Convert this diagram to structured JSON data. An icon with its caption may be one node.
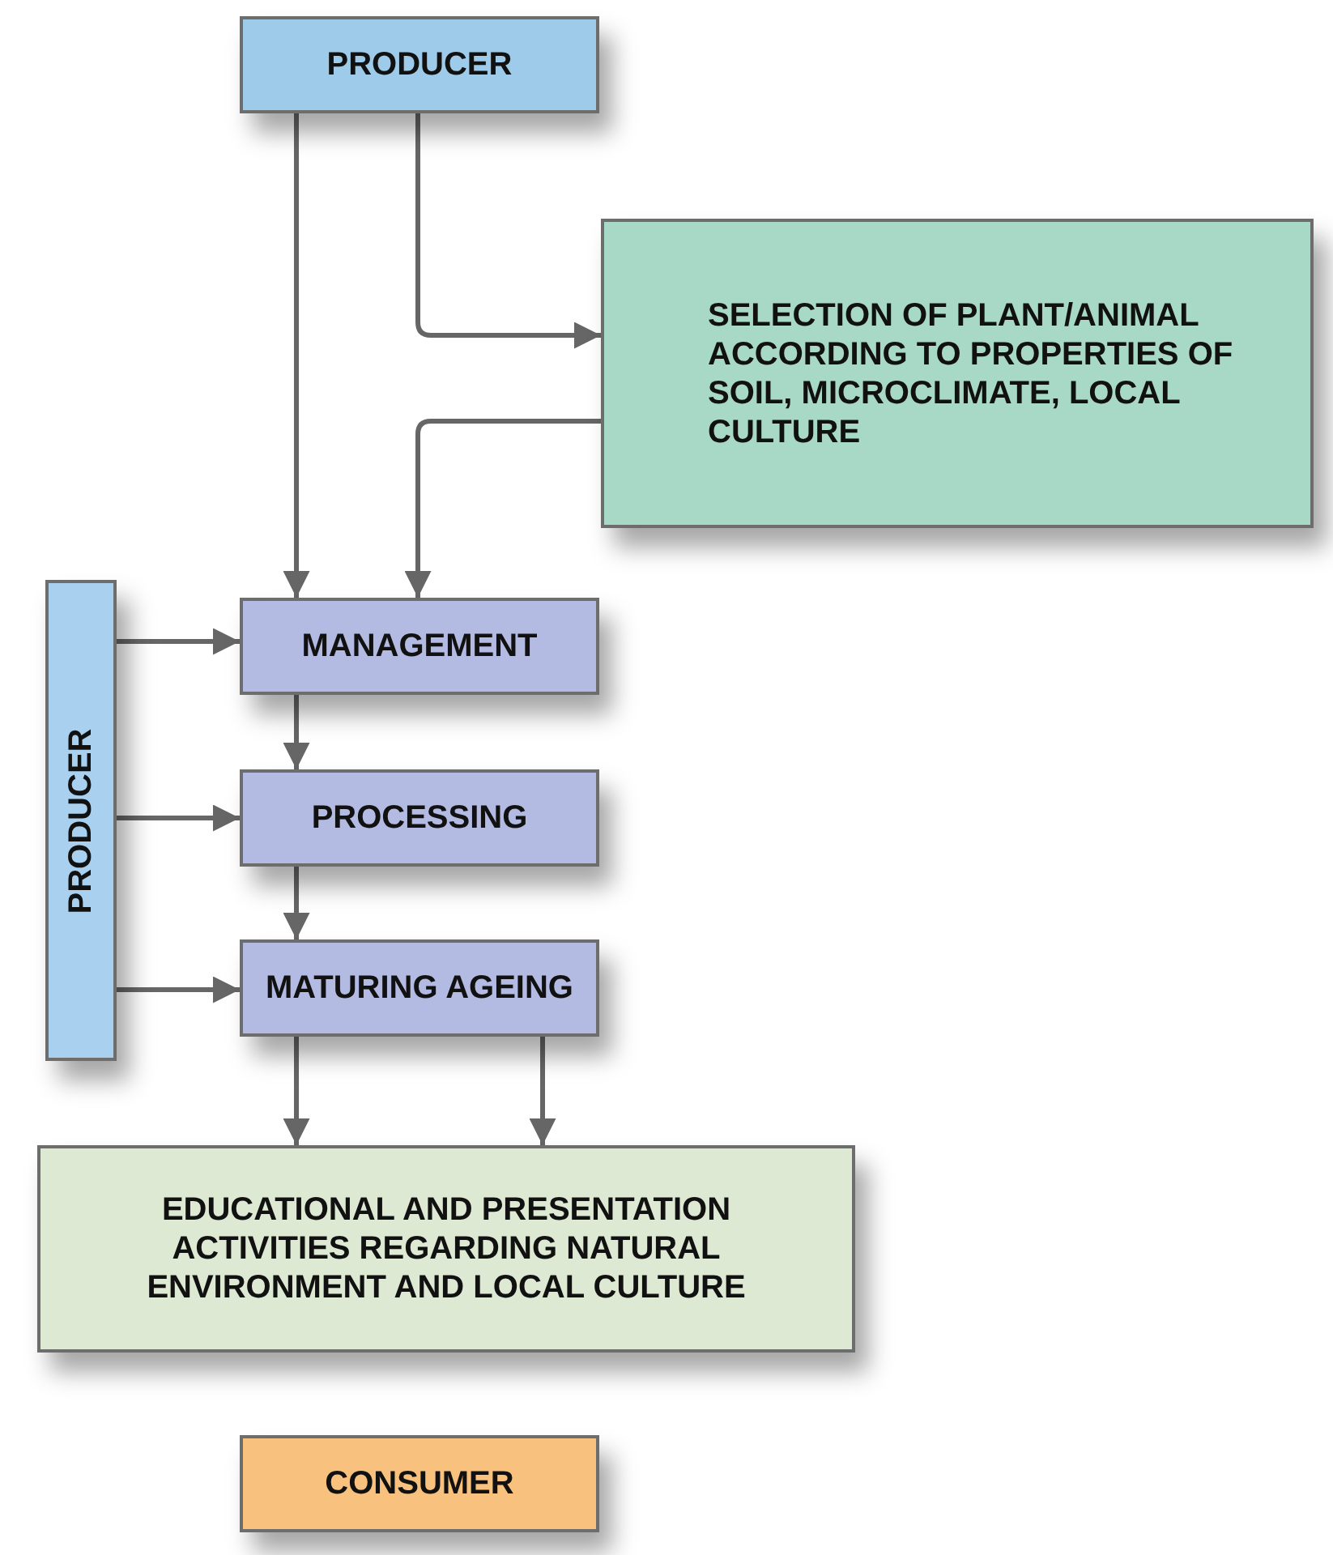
{
  "diagram": {
    "nodes": [
      {
        "text": [
          "PRODUCER"
        ]
      },
      {
        "text": [
          "SELECTION OF PLANT/ANIMAL ACCORDING TO PROPERTIES OF SOIL, MICROCLIMATE, LOCAL CULTURE"
        ]
      },
      {
        "text": [
          "PRODUCER"
        ]
      },
      {
        "text": [
          "MANAGEMENT"
        ]
      },
      {
        "text": [
          "PROCESSING"
        ]
      },
      {
        "text": [
          "MATURING AGEING"
        ]
      },
      {
        "text": [
          "EDUCATIONAL AND PRESENTATION ACTIVITIES REGARDING NATURAL ENVIRONMENT AND LOCAL CULTURE"
        ]
      },
      {
        "text": [
          "CONSUMER"
        ]
      }
    ],
    "edges": [
      {
        "from": 0,
        "to": 3,
        "arrow": "to"
      },
      {
        "from": 0,
        "to": 1,
        "arrow": "to"
      },
      {
        "from": 1,
        "to": 3,
        "arrow": "to"
      },
      {
        "from": 2,
        "to": 3,
        "arrow": "to"
      },
      {
        "from": 2,
        "to": 4,
        "arrow": "to"
      },
      {
        "from": 2,
        "to": 5,
        "arrow": "to"
      },
      {
        "from": 3,
        "to": 4,
        "arrow": "to"
      },
      {
        "from": 4,
        "to": 5,
        "arrow": "to"
      },
      {
        "from": 5,
        "to": 6,
        "arrow": "to"
      },
      {
        "from": 5,
        "to": 6,
        "arrow": "to"
      }
    ]
  }
}
